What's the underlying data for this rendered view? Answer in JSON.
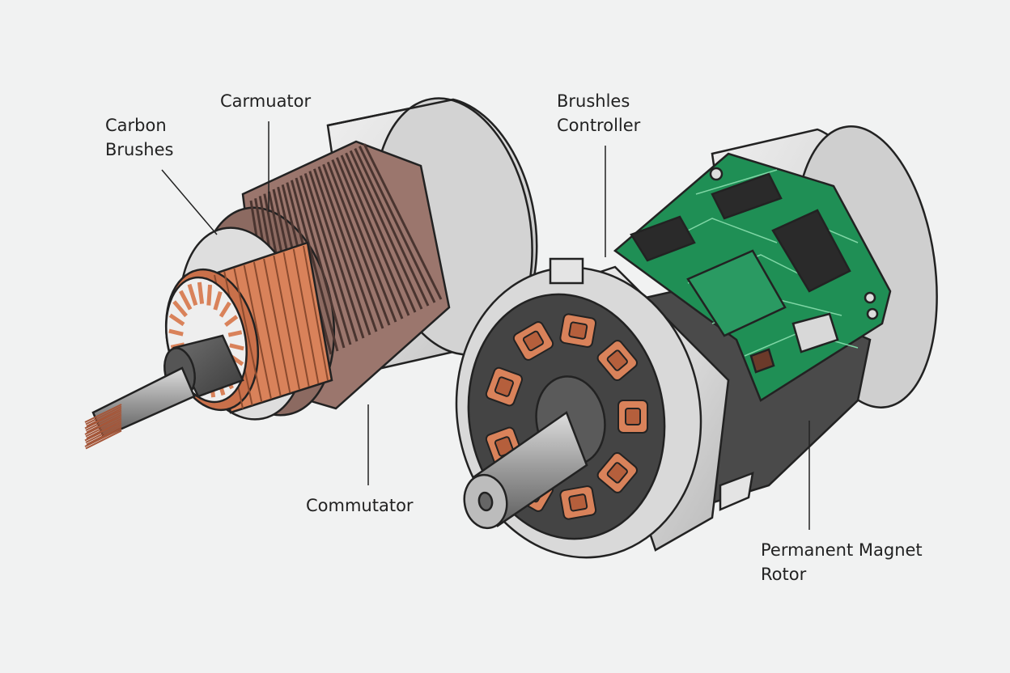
{
  "labels": {
    "carbon_brushes": [
      "Carbon",
      "Brushes"
    ],
    "carmuator": "Carmuator",
    "commutator": "Commutator",
    "brushless_controller": [
      "Brushles",
      "Controller"
    ],
    "pm_rotor": [
      "Permanent Magnet",
      "Rotor"
    ]
  },
  "colors": {
    "background": "#f1f2f2",
    "housing": "#dcdcdc",
    "copper": "#d9825a",
    "armature": "#9b766d",
    "pcb": "#1f8f55",
    "chip": "#2a2a2a",
    "outline": "#222222"
  },
  "icons": [
    "brushed-motor-illustration",
    "brushless-motor-illustration"
  ]
}
